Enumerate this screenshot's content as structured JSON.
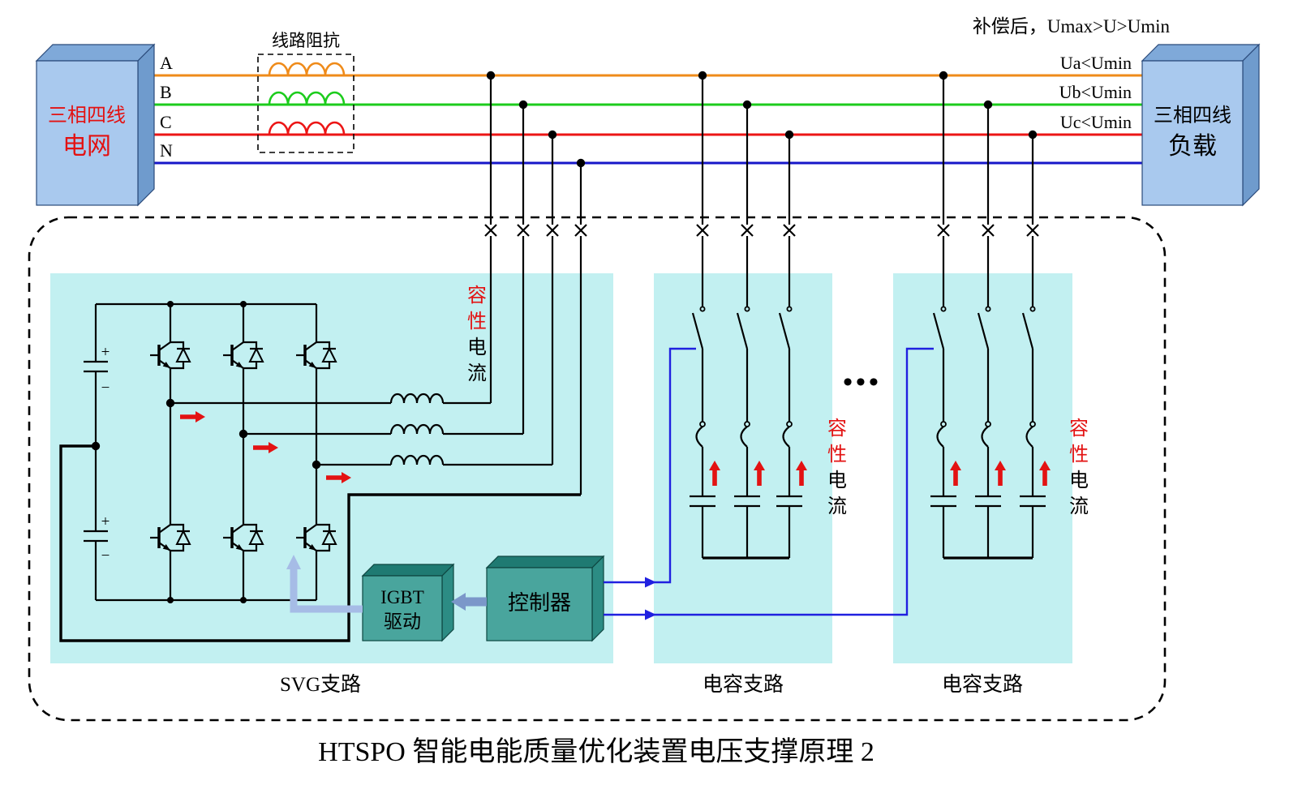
{
  "meta": {
    "title": "HTSPO 智能电能质量优化装置电压支撑原理 2"
  },
  "top": {
    "compensated_note": "补偿后，Umax>U>Umin",
    "ua_label": "Ua<Umin",
    "ub_label": "Ub<Umin",
    "uc_label": "Uc<Umin",
    "line_impedance_label": "线路阻抗",
    "phase_a": "A",
    "phase_b": "B",
    "phase_c": "C",
    "phase_n": "N"
  },
  "grid_box": {
    "line1": "三相四线",
    "line2": "电网"
  },
  "load_box": {
    "line1": "三相四线",
    "line2": "负载"
  },
  "svg_branch": {
    "label": "SVG支路",
    "plus": "+",
    "minus": "−"
  },
  "cap_current": {
    "c1": "容",
    "c2": "性",
    "c3": "电",
    "c4": "流"
  },
  "driver_box": {
    "line1": "IGBT",
    "line2": "驱动"
  },
  "controller_box": {
    "label": "控制器"
  },
  "cap_branch1": {
    "label": "电容支路"
  },
  "cap_branch2": {
    "label": "电容支路"
  },
  "ellipsis": "•••",
  "colors": {
    "phase_a": "#ef8b1a",
    "phase_b": "#1ccc1c",
    "phase_c": "#ec1515",
    "phase_n": "#1616c8",
    "block_fill": "#c2f0f1",
    "control_blue": "#2020e0",
    "accent_red": "#e31212",
    "teal_front": "#49a59d",
    "box_blue_front": "#a9c9ee"
  }
}
